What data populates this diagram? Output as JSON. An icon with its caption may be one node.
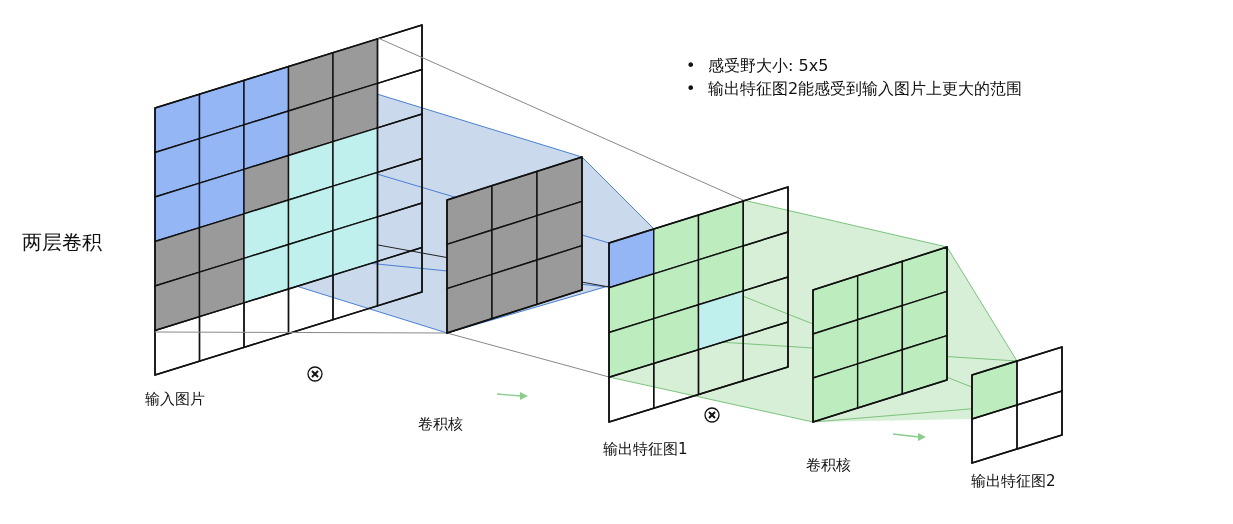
{
  "diagram": {
    "labels": [
      "•",
      "感受野大小: 5x5",
      "•",
      "输出特征图2能感受到输入图片上更大的范围",
      "两层卷积",
      "输入图片",
      "卷积核",
      "输出特征图1",
      "卷积核",
      "输出特征图2"
    ]
  }
}
